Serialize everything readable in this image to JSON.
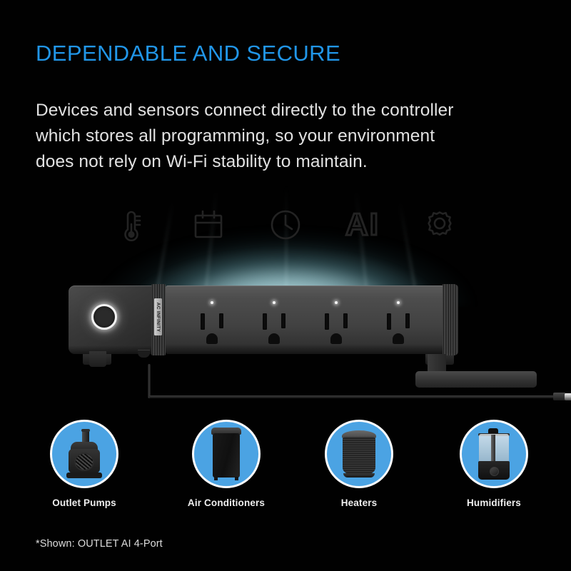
{
  "theme": {
    "background": "#010101",
    "headline_blue": "#2196e8",
    "bubble_blue": "#4ba3e3",
    "body_text": "#e2e2e2",
    "glow_teal": "#c4e8ec"
  },
  "headline": "DEPENDABLE AND SECURE",
  "body_copy": {
    "line1": "Devices and sensors connect directly to the controller",
    "line2": "which stores all programming, so your environment",
    "line3": "does not rely on Wi-Fi stability to maintain."
  },
  "feature_icons": [
    {
      "name": "thermometer-icon",
      "label": "Temperature"
    },
    {
      "name": "calendar-icon",
      "label": "Calendar"
    },
    {
      "name": "clock-icon",
      "label": "Timer"
    },
    {
      "name": "ai-icon",
      "label": "AI"
    },
    {
      "name": "gear-icon",
      "label": "Settings"
    }
  ],
  "ai_icon_text": "AI",
  "device": {
    "brand": "AC INFINITY",
    "power_button_label": "Power",
    "outlet_count": 4,
    "outlets": [
      {
        "index": 1,
        "led": "on"
      },
      {
        "index": 2,
        "led": "on"
      },
      {
        "index": 3,
        "led": "on"
      },
      {
        "index": 4,
        "led": "on"
      }
    ],
    "probe_label": "Temperature humidity probe"
  },
  "categories": [
    {
      "name": "outlet-pumps",
      "label": "Outlet Pumps"
    },
    {
      "name": "air-conditioners",
      "label": "Air Conditioners"
    },
    {
      "name": "heaters",
      "label": "Heaters"
    },
    {
      "name": "humidifiers",
      "label": "Humidifiers"
    }
  ],
  "footnote": "*Shown: OUTLET AI 4-Port"
}
